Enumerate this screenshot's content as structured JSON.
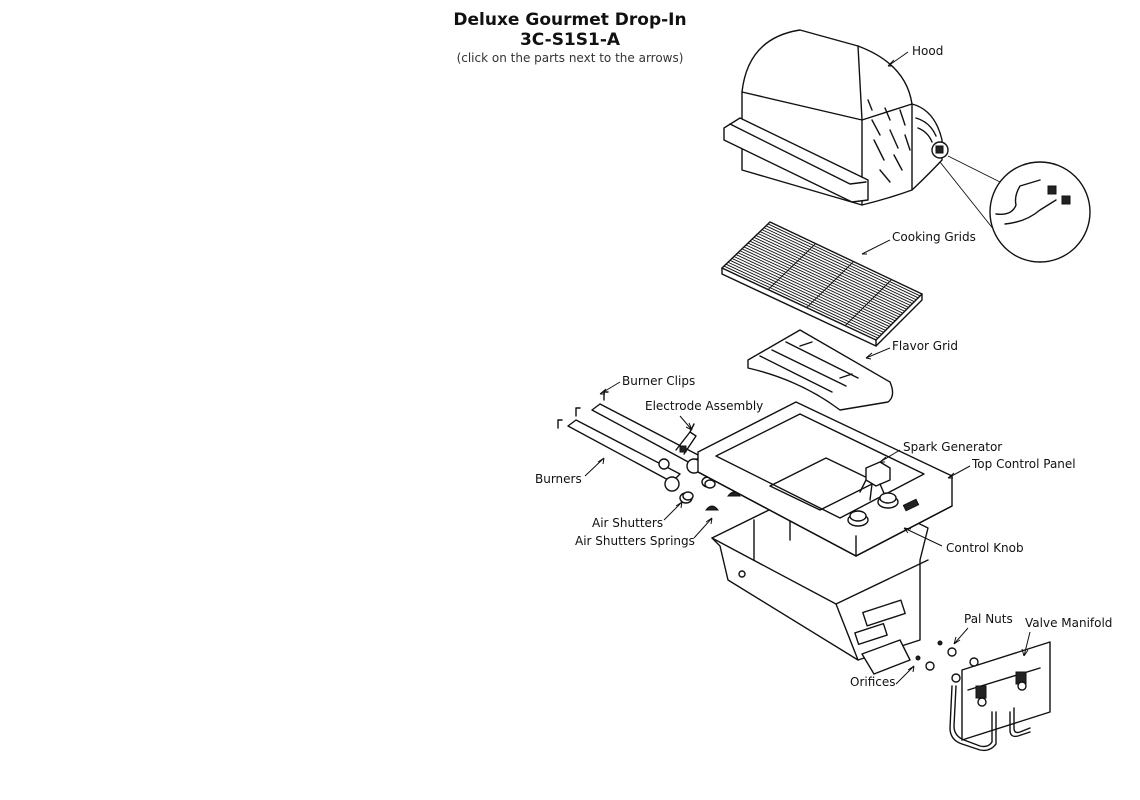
{
  "header": {
    "title": "Deluxe Gourmet Drop-In",
    "model": "3C-S1S1-A",
    "instruction": "(click on the parts next to the arrows)"
  },
  "parts": {
    "hood": "Hood",
    "cooking_grids": "Cooking Grids",
    "flavor_grid": "Flavor Grid",
    "burner_clips": "Burner Clips",
    "electrode_assembly": "Electrode Assembly",
    "spark_generator": "Spark Generator",
    "top_control_panel": "Top Control Panel",
    "burners": "Burners",
    "air_shutters": "Air Shutters",
    "air_shutters_springs": "Air Shutters Springs",
    "control_knob": "Control Knob",
    "pal_nuts": "Pal Nuts",
    "valve_manifold": "Valve Manifold",
    "orifices": "Orifices"
  }
}
